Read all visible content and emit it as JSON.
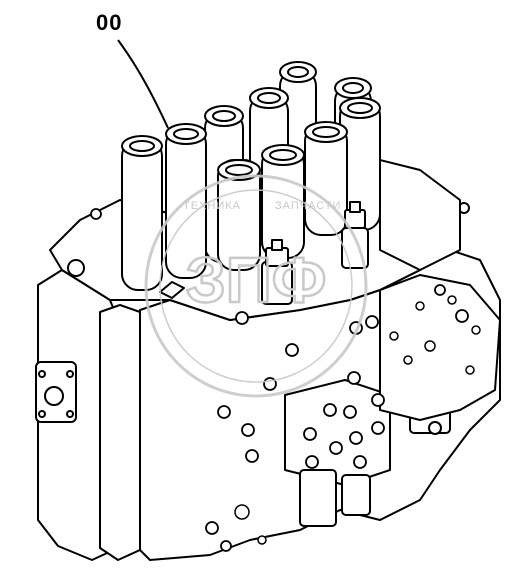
{
  "callout": {
    "label": "00"
  },
  "watermark": {
    "logo_text": "ЗПФ",
    "word_left": "ТЕХНИКА",
    "word_right": "ЗАПЧАСТИ",
    "color": "#c9c9c9"
  },
  "drawing": {
    "stroke_color": "#000000",
    "fill_color": "#ffffff"
  }
}
